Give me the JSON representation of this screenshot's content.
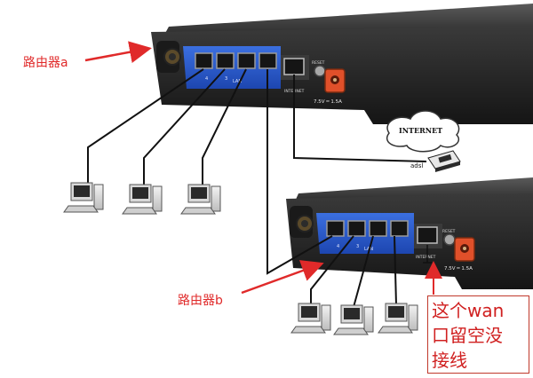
{
  "labels": {
    "router_a": "路由器a",
    "router_b": "路由器b"
  },
  "note": {
    "line1": "这个wan",
    "line2": "口留空没",
    "line3": "接线"
  },
  "router_a": {
    "reset": "RESET",
    "power": "7.5V ═ 1.5A",
    "lan": "LAN",
    "internet": "INTERNET",
    "port_1": "4",
    "port_2": "3"
  },
  "router_b": {
    "reset": "RESET",
    "power": "7.5V ═ 1.5A",
    "lan": "LAN",
    "internet": "INTERNET",
    "port_1": "4",
    "port_2": "3"
  },
  "internet_cloud": "INTERNET",
  "modem_label": "adsl",
  "colors": {
    "annotation_red": "#e02a2a",
    "router_body": "#2c2c2c",
    "port_panel": "#2a56c8",
    "power_jack": "#e0502a",
    "cable": "#111111"
  }
}
